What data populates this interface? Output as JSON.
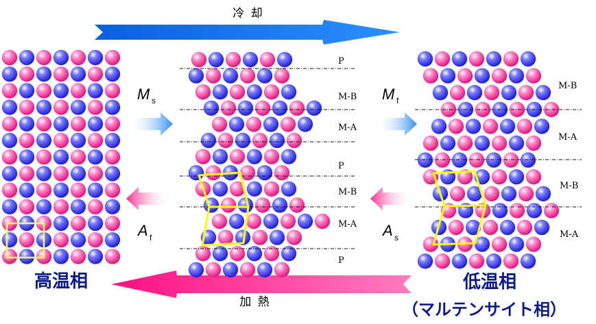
{
  "top_arrow_label": "冷 却",
  "bottom_arrow_label": "加 熱",
  "left_phase_label": "高温相",
  "right_phase_label": "低温相",
  "right_phase_sublabel": "（マルテンサイト相）",
  "ms_symbol": "M",
  "ms_subscript": "s",
  "mf_symbol": "M",
  "mf_subscript": "f",
  "af_symbol": "A",
  "af_subscript": "f",
  "as_symbol": "A",
  "as_subscript": "s",
  "middle_layers": [
    "P",
    "M-B",
    "M-A",
    "P",
    "M-B",
    "M-A",
    "P"
  ],
  "right_layers": [
    "M-B",
    "M-A",
    "M-B",
    "M-A"
  ],
  "colors": {
    "atom_pink": "#ff3c9c",
    "atom_blue": "#3c3cff",
    "cooling_arrow": "#1a7bf0",
    "heating_arrow": "#ff1e8c",
    "unit_cell": "#ffff44"
  }
}
